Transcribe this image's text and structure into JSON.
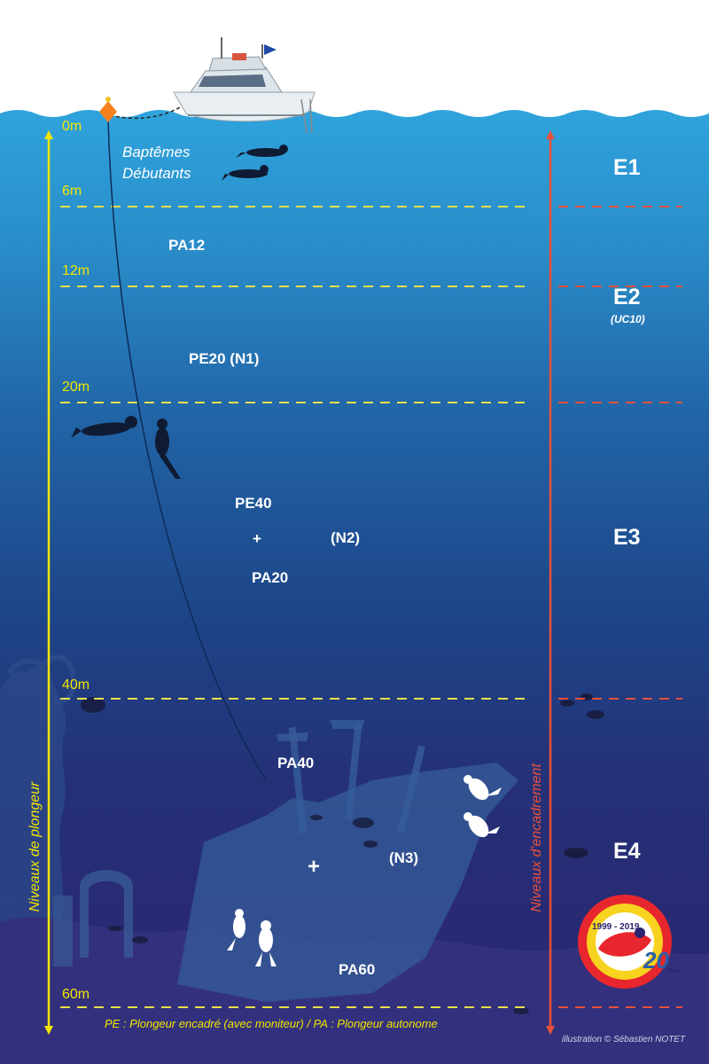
{
  "depths": [
    "0m",
    "6m",
    "12m",
    "20m",
    "40m",
    "60m"
  ],
  "intro": {
    "line1": "Baptêmes",
    "line2": "Débutants"
  },
  "levels": {
    "pa12": "PA12",
    "pe20": "PE20 (N1)",
    "pe40": "PE40",
    "plus_n2": "+",
    "n2": "(N2)",
    "pa20": "PA20",
    "pa40": "PA40",
    "plus_n3": "+",
    "n3": "(N3)",
    "pa60": "PA60"
  },
  "supervision": {
    "e1": "E1",
    "e2": "E2",
    "e2_note": "(UC10)",
    "e3": "E3",
    "e4": "E4"
  },
  "axes": {
    "left": "Niveaux de plongeur",
    "right": "Niveaux d'encadrement"
  },
  "legend": "PE : Plongeur encadré (avec moniteur)  /  PA : Plongeur autonome",
  "credit": "illustration © Sébastien NOTET",
  "badge": {
    "years": "1999 - 2019",
    "number": "20",
    "suffix": "ans"
  },
  "colors": {
    "depth_yellow": "#f2e500",
    "supervision_red": "#e8503a",
    "surface_blue": "#2e9fd8",
    "deep_navy": "#2a2470"
  }
}
